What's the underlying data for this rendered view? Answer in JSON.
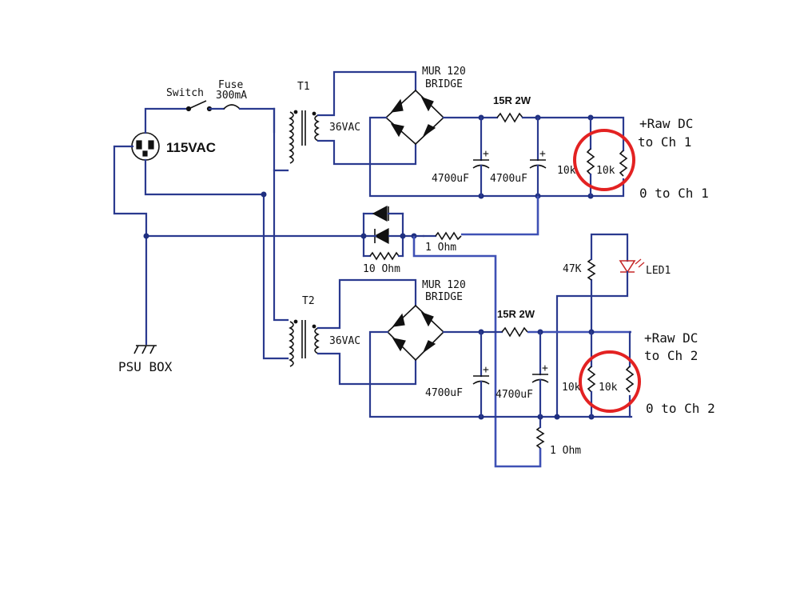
{
  "labels": {
    "mains": "115VAC",
    "switch": "Switch",
    "fuse": "Fuse",
    "fuse_rating": "300mA",
    "t1": "T1",
    "t2": "T2",
    "sec1": "36VAC",
    "sec2": "36VAC",
    "bridge1_part": "MUR 120",
    "bridge1_name": "BRIDGE",
    "bridge2_part": "MUR 120",
    "bridge2_name": "BRIDGE",
    "res1": "15R 2W",
    "res2": "15R 2W",
    "cap1a": "4700uF",
    "cap1b": "4700uF",
    "cap2a": "4700uF",
    "cap2b": "4700uF",
    "bleed1a": "10k",
    "bleed1b": "10k",
    "bleed2a": "10k",
    "bleed2b": "10k",
    "out1_pos_a": "+Raw DC",
    "out1_pos_b": "to Ch 1",
    "out1_gnd": "0 to Ch 1",
    "out2_pos_a": "+Raw DC",
    "out2_pos_b": "to Ch 2",
    "out2_gnd": "0 to Ch 2",
    "loop_breaker_res": "10 Ohm",
    "gnd_res1": "1 Ohm",
    "gnd_res2": "1 Ohm",
    "led_res": "47K",
    "led": "LED1",
    "chassis": "PSU BOX",
    "plus": "+"
  },
  "colors": {
    "wire": "#2a3a8f",
    "highlight": "#e32222"
  }
}
